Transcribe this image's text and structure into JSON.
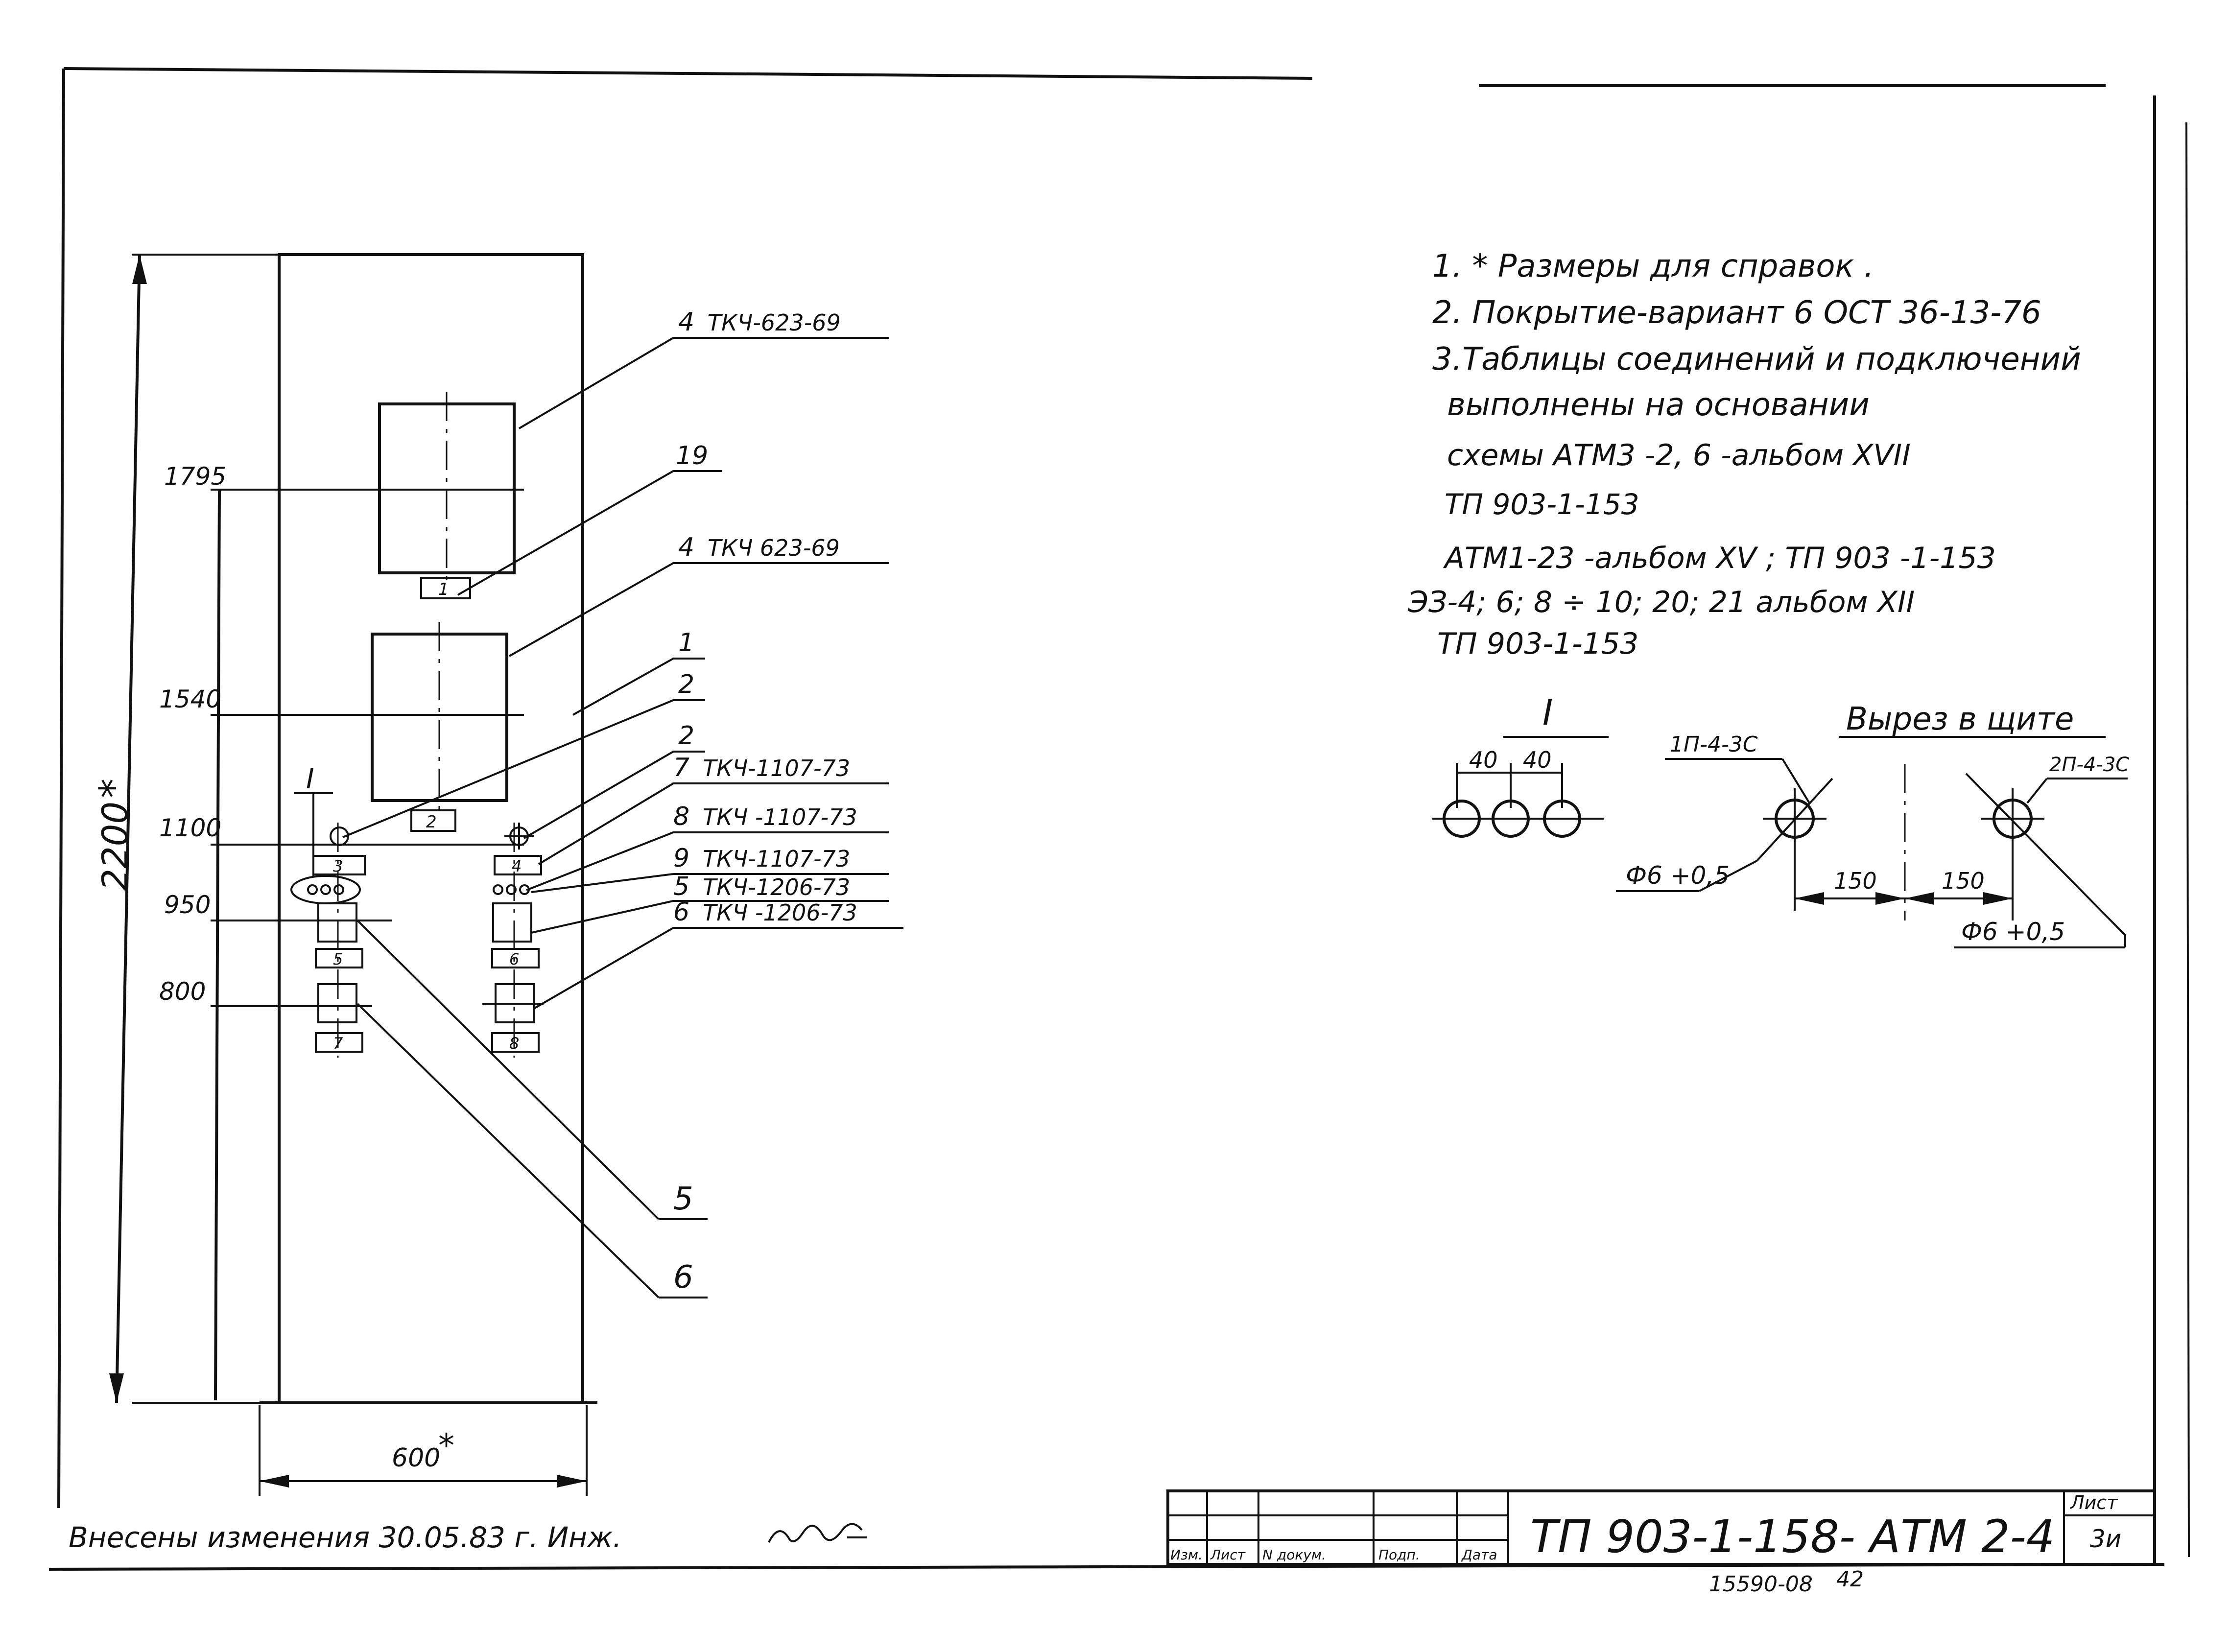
{
  "panel": {
    "overall_height": "2200",
    "height_star": "*",
    "width": "600",
    "width_star": "*",
    "marks": [
      "1795",
      "1540",
      "1100",
      "950",
      "800"
    ]
  },
  "callouts": [
    {
      "num": "4",
      "code": "ТКЧ-623-69"
    },
    {
      "num": "19",
      "code": ""
    },
    {
      "num": "4",
      "code": "ТКЧ 623-69"
    },
    {
      "num": "1",
      "code": ""
    },
    {
      "num": "2",
      "code": ""
    },
    {
      "num": "2",
      "code": ""
    },
    {
      "num": "7",
      "code": "ТКЧ-1107-73"
    },
    {
      "num": "8",
      "code": "ТКЧ -1107-73"
    },
    {
      "num": "9",
      "code": "ТКЧ-1107-73"
    },
    {
      "num": "5",
      "code": "ТКЧ-1206-73"
    },
    {
      "num": "6",
      "code": "ТКЧ -1206-73"
    }
  ],
  "lower_callouts": [
    "5",
    "6"
  ],
  "box_labels": [
    "1",
    "2",
    "3",
    "4",
    "5",
    "6",
    "7",
    "8"
  ],
  "detail_mark": "I",
  "notes": [
    "1. * Размеры для справок .",
    "2. Покрытие-вариант 6 ОСТ 36-13-76",
    "3.Таблицы соединений и подключений",
    "выполнены на основании",
    "схемы АТМ3 -2, 6 -альбом XVII",
    "ТП 903-1-153",
    "АТМ1-23 -альбом XV ; ТП 903 -1-153",
    "ЭЗ-4; 6; 8 ÷ 10; 20; 21 альбом XII",
    "ТП 903-1-153"
  ],
  "detail": {
    "title": "I",
    "dim1": "40",
    "dim2": "40",
    "cutout_title": "Вырез в щите",
    "ref1": "1П-4-3С",
    "ref2": "2П-4-3С",
    "hole1": "Ф6 +0,5",
    "hole2": "Ф6 +0,5",
    "spacing1": "150",
    "spacing2": "150"
  },
  "revision_note": "Внесены изменения 30.05.83 г. Инж.",
  "title_block": {
    "columns": [
      "Изм.",
      "Лист",
      "N докум.",
      "Подп.",
      "Дата"
    ],
    "doc_number": "ТП 903-1-158- АТМ 2-4",
    "sheet_label": "Лист",
    "sheet_value": "3и",
    "bottom_code": "15590-08",
    "bottom_num": "42"
  }
}
